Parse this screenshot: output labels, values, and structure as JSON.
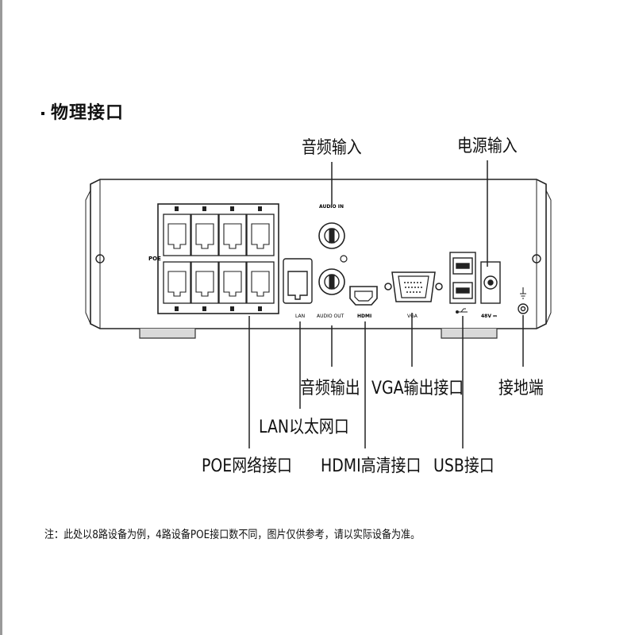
{
  "title": "物理接口",
  "callouts": {
    "audio_in": "音频输入",
    "power_in": "电源输入",
    "audio_out": "音频输出",
    "vga": "VGA输出接口",
    "ground": "接地端",
    "lan": "LAN以太网口",
    "poe": "POE网络接口",
    "hdmi": "HDMI高清接口",
    "usb": "USB接口"
  },
  "panel_labels": {
    "poe": "POE",
    "audio_in": "AUDIO IN",
    "lan": "LAN",
    "audio_out": "AUDIO OUT",
    "hdmi": "HDMI",
    "vga": "VGA",
    "power": "48V ⎓"
  },
  "note": "注：此处以8路设备为例，4路设备POE接口数不同，图片仅供参考，请以实际设备为准。"
}
